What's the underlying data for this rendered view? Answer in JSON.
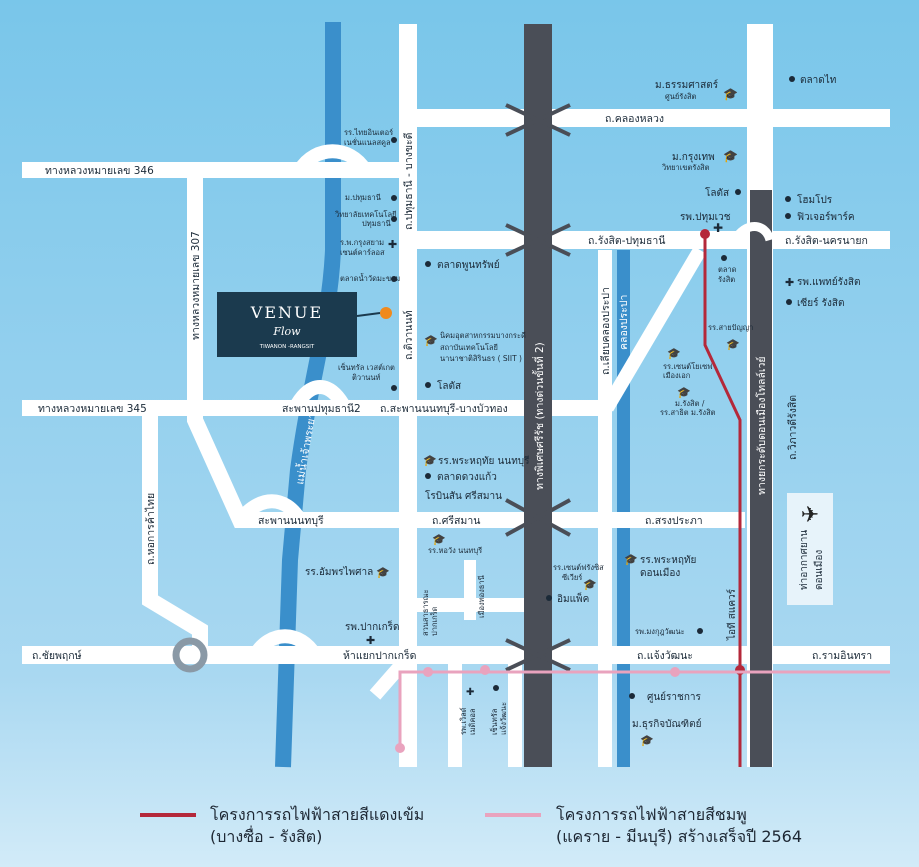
{
  "colors": {
    "sky_top": "#79c6ea",
    "sky_bottom": "#c7e6f6",
    "road": "#ffffff",
    "expressway": "#4a4e57",
    "river": "#3a8fcb",
    "canal": "#3a8fcb",
    "red_line": "#b4283a",
    "pink_line": "#e9a3be",
    "venue_box": "#1b3a4e",
    "venue_marker": "#f08a1d",
    "text": "#1b2a38"
  },
  "venue": {
    "name": "VENUE",
    "script": "Flow",
    "sub": "TIWANON -RANGSIT"
  },
  "roads": {
    "hwy346": "ทางหลวงหมายเลข 346",
    "hwy307": "ทางหลวงหมายเลข 307",
    "hwy345": "ทางหลวงหมายเลข 345",
    "pathum_bangkadi": "ถ.ปทุมธานี - บางขะดี",
    "tiwanon": "ถ.ติวานนท์",
    "khlong_luang": "ถ.คลองหลวง",
    "rangsit_pathum": "ถ.รังสิต-ปทุมธานี",
    "rangsit_nakhonnayok": "ถ.รังสิต-นครนายก",
    "phahonyothin": "ทางพิเศษศรีรัช (ทางด่วนขั้นที่ 2)",
    "liap_khlong_prapa": "ถ.เลียบคลองประปา",
    "khlong_prapa": "คลองประปา",
    "vibhavadi_rangsit": "ถ.วิภาวดีรังสิต",
    "dont_mueang_tollway": "ทางยกระดับดอนเมืองโทลล์เวย์",
    "pathum2_bridge": "สะพานปทุมธานี2",
    "nonthaburi_bangbuathong": "ถ.สะพานนนทบุรี-บางบัวทอง",
    "chao_phraya": "แม่น้ำเจ้าพระยา",
    "nonthaburi_bridge": "สะพานนนทบุรี",
    "sriman": "ถ.ศรีสมาน",
    "songprapa": "ถ.สรงประภา",
    "ho_kan_kha_thai": "ถ.หอการค้าไทย",
    "chaiyaphruek": "ถ.ชัยพฤกษ์",
    "pak_kret_junction": "ห้าแยกปากเกร็ด",
    "chaeng_watthana": "ถ.แจ้งวัฒนะ",
    "ram_intra": "ถ.รามอินทรา",
    "mueang_thong_thani": "เมืองทองธานี"
  },
  "pois": {
    "market_thai": "ตลาดไท",
    "dhurakij_rangsit1": "ม.ธรรมศาสตร์",
    "dhurakij_rangsit2": "ศูนย์รังสิต",
    "thai_inter1": "รร.ไทยอินเตอร์",
    "thai_inter2": "เนชั่นแนลสคูล",
    "krungthep1": "ม.กรุงเทพ",
    "krungthep2": "วิทยาเขตรังสิต",
    "lotus1": "โลตัส",
    "homepro": "โฮมโปร",
    "future_park": "ฟิวเจอร์พาร์ค",
    "pathumwet": "รพ.ปทุมเวช",
    "pathumthani_u": "ม.ปทุมธานี",
    "rmutt1": "วิทยาลัยเทคโนโลยี",
    "rmutt2": "ปทุมธานี",
    "krungsiam1": "ร.พ.กรุงสยาม",
    "krungsiam2": "เซนต์คาร์ลอส",
    "patnam_market": "ตลาดน้ำวัดมะขาม",
    "puntarat_market": "ตลาดพูนทรัพย์",
    "talad_rangsit1": "ตลาด",
    "talad_rangsit2": "รังสิต",
    "phyathai_rangsit": "รพ.แพทย์รังสิต",
    "zeer_rangsit": "เซียร์ รังสิต",
    "sai_thong": "รร.สายปัญญา",
    "st_john1": "รร.เซนต์โยเซฟ",
    "st_john2": "เมืองเอก",
    "rangsit_u1": "ม.รังสิต /",
    "rangsit_u2": "รร.สาธิต ม.รังสิต",
    "siit1": "นิคมอุตสาหกรรมบางกระดี",
    "siit2": "สถาบันเทคโนโลยี",
    "siit3": "นานาชาติสิรินธร ( SIIT )",
    "central1": "เซ็นทรัล เวสต์เกต",
    "central2": "ติวานนท์",
    "lotus2": "โลตัส",
    "phrathuk1": "รร.พระหฤทัย นนทบุรี",
    "duangkaew": "ตลาดดวงแก้ว",
    "robinson": "โรบินสัน ศรีสมาน",
    "horwang": "รร.หอวัง นนทบุรี",
    "amporn": "รร.อัมพรไพศาล",
    "st_francis1": "รร.เซนต์ฟรังซิส",
    "st_francis2": "ซีเวียร์",
    "impact": "อิมแพ็ค",
    "phrathuk2a": "รร.พระหฤทัย",
    "phrathuk2b": "ดอนเมือง",
    "pakkret_hosp": "รพ.ปากเกร็ด",
    "khlong_luang_pakkret1": "สวนสาธารณะ",
    "khlong_luang_pakkret2": "ปากเกร็ด",
    "mongkut": "รพ.มงกุฎวัฒนะ",
    "it_square": "ไอที สแควร์",
    "govcenter": "ศูนย์ราชการ",
    "dhurakij": "ม.ธุรกิจบัณฑิตย์",
    "world_medical1": "รพ.เวิลด์",
    "world_medical2": "เมดิคอล",
    "central_chaeng1": "เซ็นทรัล",
    "central_chaeng2": "แจ้งวัฒนะ",
    "airport1": "ท่าอากาศยาน",
    "airport2": "ดอนเมือง"
  },
  "legend": {
    "red_line1": "โครงการรถไฟฟ้าสายสีแดงเข้ม",
    "red_line2": "(บางซื่อ - รังสิต)",
    "pink_line1": "โครงการรถไฟฟ้าสายสีชมพู",
    "pink_line2": "(แคราย - มีนบุรี) สร้างเสร็จปี 2564"
  }
}
